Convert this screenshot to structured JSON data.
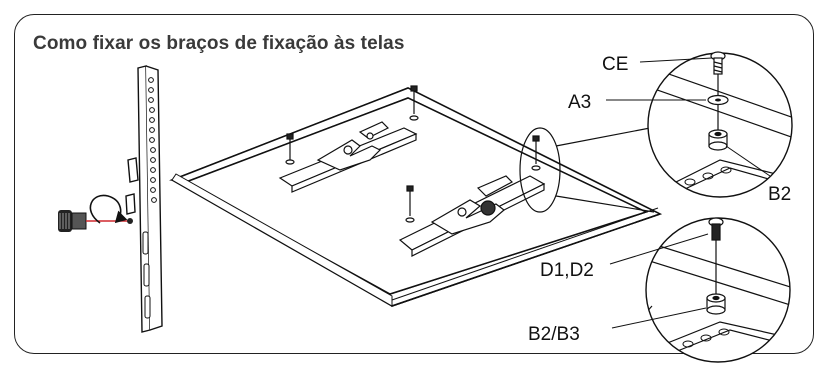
{
  "title": "Como fixar os braços de fixação às telas",
  "labels": {
    "ce": "CE",
    "a3": "A3",
    "b2": "B2",
    "d1d2": "D1,D2",
    "b2b3": "B2/B3"
  },
  "colors": {
    "stroke": "#111111",
    "arrow_red": "#d0282e",
    "title": "#3a3a3a"
  }
}
